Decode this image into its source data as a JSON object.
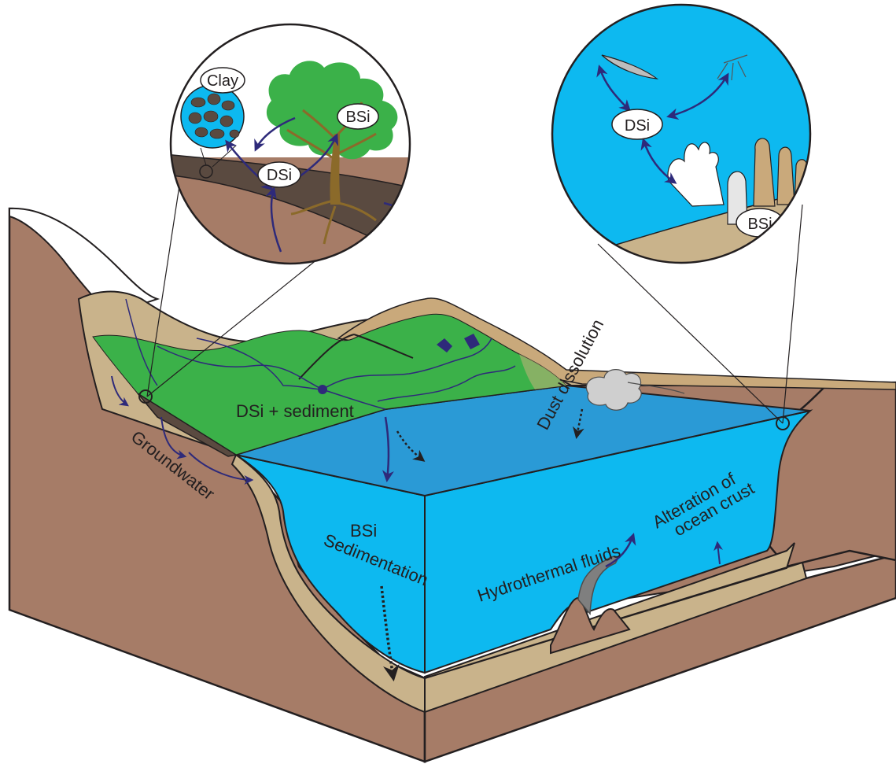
{
  "diagram": {
    "labels": {
      "groundwater": "Groundwater",
      "dsi_sediment": "DSi + sediment",
      "dust_dissolution": "Dust dissolution",
      "bsi_sedimentation_1": "BSi",
      "bsi_sedimentation_2": "Sedimentation",
      "hydrothermal": "Hydrothermal fluids",
      "alteration_1": "Alteration of",
      "alteration_2": "ocean crust"
    },
    "land_inset": {
      "clay": "Clay",
      "bsi": "BSi",
      "dsi": "DSi"
    },
    "ocean_inset": {
      "dsi": "DSi",
      "bsi": "BSi"
    },
    "colors": {
      "rock": "#a67c67",
      "rock_dark": "#8f6a57",
      "sediment": "#c9b38b",
      "land_green": "#3bb149",
      "soil_dark": "#5a4a40",
      "ocean_surface": "#2a9ad6",
      "ocean": "#0db9f0",
      "arrow": "#2e2a7a",
      "outline": "#231f20"
    }
  }
}
